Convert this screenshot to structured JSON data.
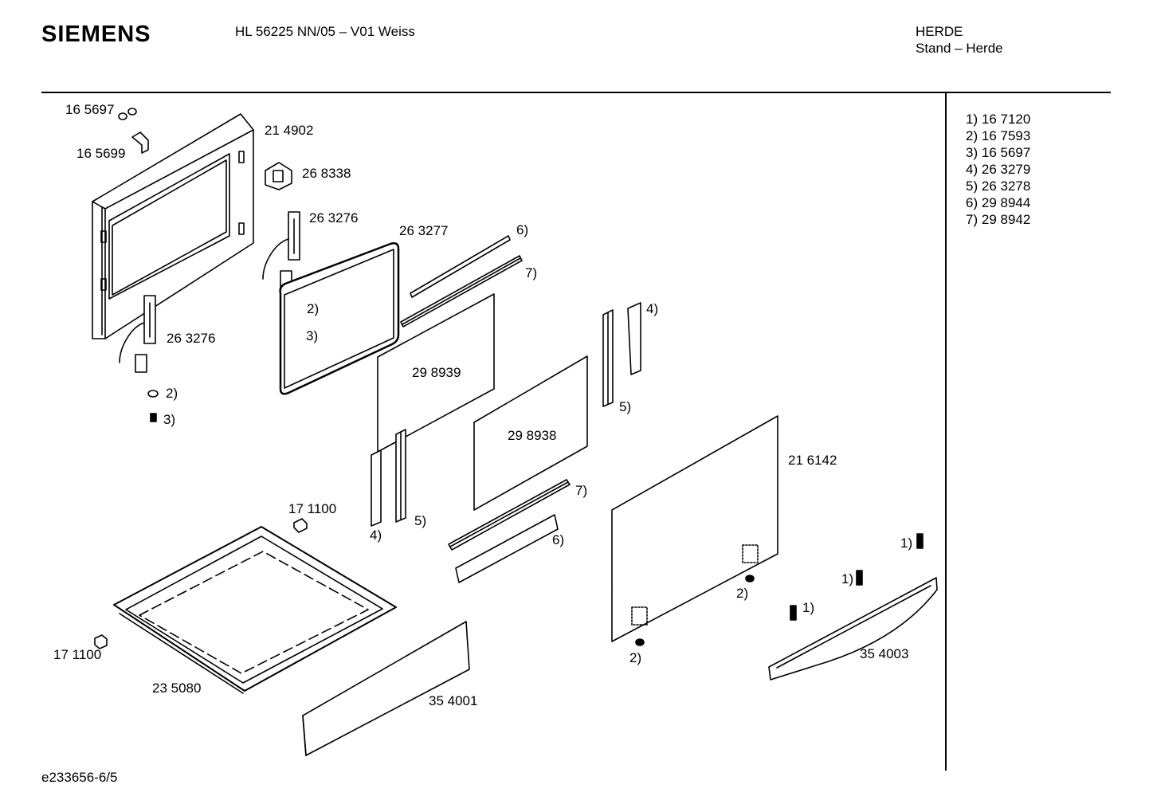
{
  "header": {
    "brand": "SIEMENS",
    "model": "HL 56225 NN/05 – V01 Weiss",
    "category": "HERDE",
    "subcategory": "Stand – Herde"
  },
  "footer": {
    "code": "e233656-6/5"
  },
  "legend": [
    {
      "key": "1)",
      "part": "16 7120"
    },
    {
      "key": "2)",
      "part": "16 7593"
    },
    {
      "key": "3)",
      "part": "16 5697"
    },
    {
      "key": "4)",
      "part": "26 3279"
    },
    {
      "key": "5)",
      "part": "26 3278"
    },
    {
      "key": "6)",
      "part": "29 8944"
    },
    {
      "key": "7)",
      "part": "29 8942"
    }
  ],
  "part_labels": {
    "screw_top": "16 5697",
    "clip_top": "16 5699",
    "door_frame": "21 4902",
    "lock": "26 8338",
    "hinge_right": "26 3276",
    "hinge_left": "26 3276",
    "gasket": "26 3277",
    "glass_inner": "29 8939",
    "glass_middle": "29 8938",
    "glass_outer": "21 6142",
    "foot_top": "17 1100",
    "foot_left": "17 1100",
    "tray": "23 5080",
    "drawer_panel": "35 4001",
    "handle": "35 4003",
    "ref_2a": "2)",
    "ref_3a": "3)",
    "ref_2b": "2)",
    "ref_3b": "3)",
    "ref_6a": "6)",
    "ref_7a": "7)",
    "ref_4a": "4)",
    "ref_5a": "5)",
    "ref_4b": "4)",
    "ref_5b": "5)",
    "ref_7b": "7)",
    "ref_6b": "6)",
    "ref_2c": "2)",
    "ref_2d": "2)",
    "ref_1a": "1)",
    "ref_1b": "1)",
    "ref_1c": "1)"
  }
}
